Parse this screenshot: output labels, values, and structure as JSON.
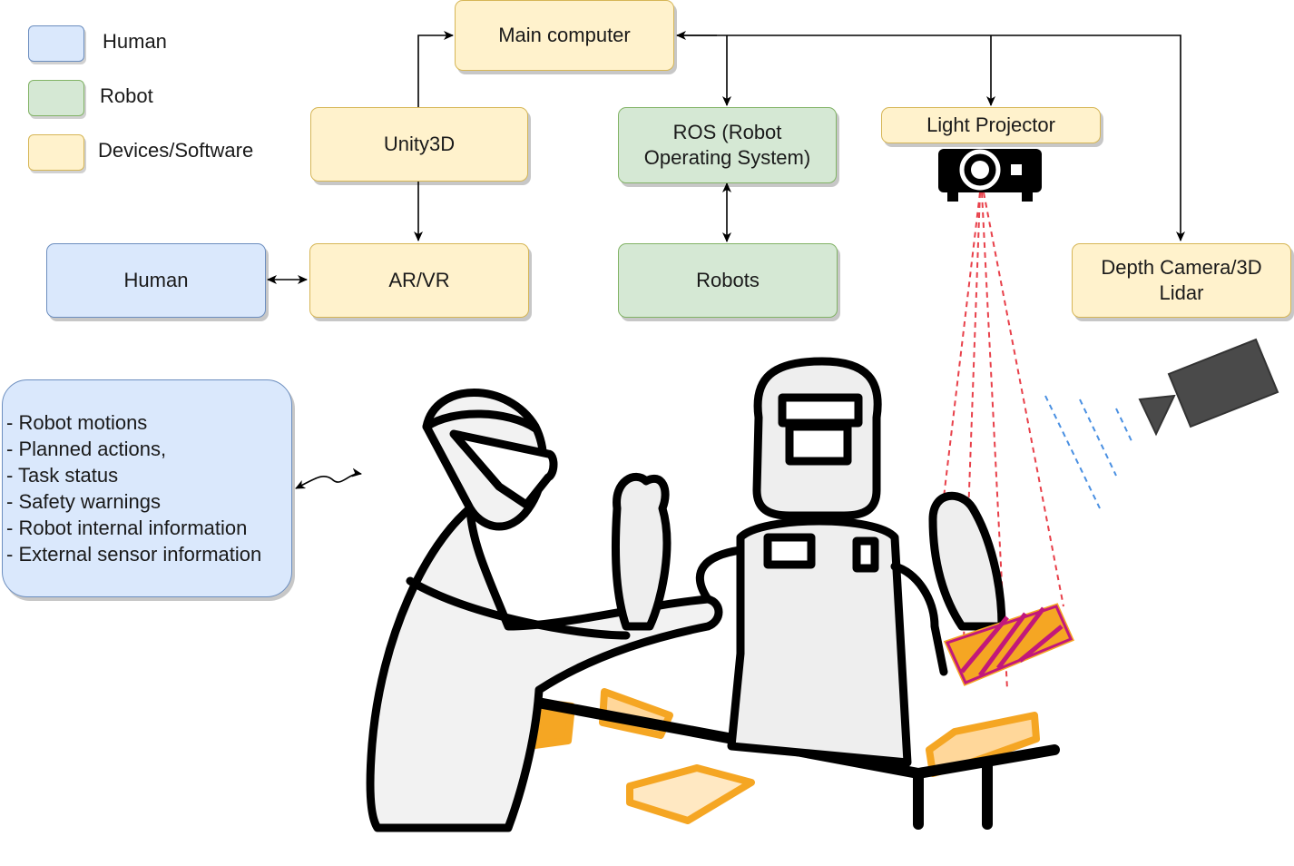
{
  "legend": [
    {
      "label": "Human",
      "fill": "#dae8fc",
      "stroke": "#6c8ebf"
    },
    {
      "label": "Robot",
      "fill": "#d5e8d4",
      "stroke": "#82b366"
    },
    {
      "label": "Devices/Software",
      "fill": "#fff2cc",
      "stroke": "#d6b656"
    }
  ],
  "nodes": {
    "main_computer": "Main computer",
    "unity3d": "Unity3D",
    "ros": "ROS (Robot Operating System)",
    "light_projector": "Light Projector",
    "human": "Human",
    "ar_vr": "AR/VR",
    "robots": "Robots",
    "depth_camera": "Depth Camera/3D Lidar"
  },
  "info_items": [
    "Robot motions",
    "Planned actions,",
    "Task status",
    "Safety warnings",
    "Robot internal information",
    "External sensor information"
  ],
  "colors": {
    "human": "#dae8fc",
    "robot": "#d5e8d4",
    "device": "#fff2cc",
    "object_orange": "#f5a623",
    "projection_red": "#e8404a",
    "projection_magenta": "#c2187a",
    "sensor_blue": "#4a90e2"
  },
  "icons": [
    "projector-icon",
    "camera-icon"
  ]
}
